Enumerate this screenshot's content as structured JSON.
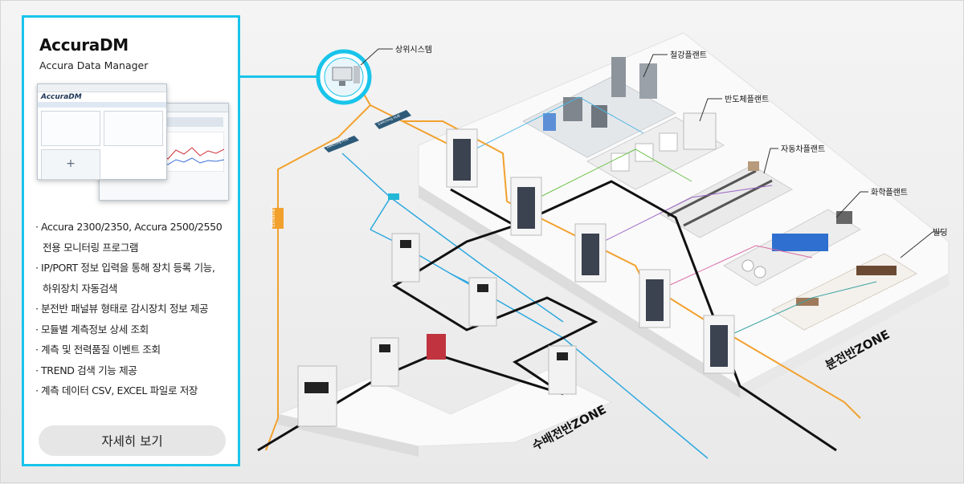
{
  "panel": {
    "title": "AccuraDM",
    "subtitle": "Accura Data Manager",
    "screenshot_logo": "AccuraDM",
    "features": [
      {
        "line1": "Accura 2300/2350, Accura 2500/2550",
        "line2": "전용 모니터링 프로그램"
      },
      {
        "line1": "IP/PORT 정보 입력을 통해 장치 등록 기능,",
        "line2": "하위장치 자동검색"
      },
      {
        "line1": "분전반 패널뷰 형태로 감시장치 정보 제공",
        "line2": ""
      },
      {
        "line1": "모듈별 계측정보 상세 조회",
        "line2": ""
      },
      {
        "line1": "계측 및 전력품질 이벤트 조회",
        "line2": ""
      },
      {
        "line1": "TREND 검색 기능 제공",
        "line2": ""
      },
      {
        "line1": "계측 데이터 CSV, EXCEL 파일로 저장",
        "line2": ""
      }
    ],
    "button": "자세히 보기"
  },
  "diagram": {
    "upper_system": "상위시스템",
    "plants": {
      "steel": "철강플랜트",
      "semiconductor": "반도체플랜트",
      "automotive": "자동차플랜트",
      "chemical": "화학플랜트",
      "building": "빌딩"
    },
    "zone_distribution": "분전반ZONE",
    "zone_substation": "수배전반ZONE",
    "ethernet": "Ethernet",
    "switch_label": "Switching HUB"
  },
  "colors": {
    "accent": "#19c4ea",
    "ethernet": "#f2a12e",
    "rs485": "#2ea8e0",
    "bus": "#111111"
  }
}
